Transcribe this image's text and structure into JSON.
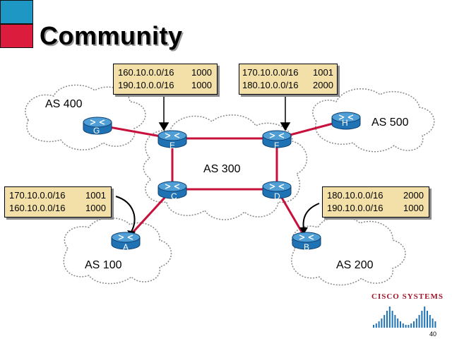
{
  "title": "Community",
  "colors": {
    "blue": "#1f97c4",
    "red": "#dc1c3c",
    "table_bg": "#f3e0a8",
    "router_blue": "#1f73b5",
    "link_red": "#c8103c"
  },
  "tables": {
    "t_e": {
      "rows": [
        {
          "prefix": "160.10.0.0/16",
          "community": "1000"
        },
        {
          "prefix": "190.10.0.0/16",
          "community": "1000"
        }
      ]
    },
    "t_f": {
      "rows": [
        {
          "prefix": "170.10.0.0/16",
          "community": "1001"
        },
        {
          "prefix": "180.10.0.0/16",
          "community": "2000"
        }
      ]
    },
    "t_a": {
      "rows": [
        {
          "prefix": "170.10.0.0/16",
          "community": "1001"
        },
        {
          "prefix": "160.10.0.0/16",
          "community": "1000"
        }
      ]
    },
    "t_b": {
      "rows": [
        {
          "prefix": "180.10.0.0/16",
          "community": "2000"
        },
        {
          "prefix": "190.10.0.0/16",
          "community": "1000"
        }
      ]
    }
  },
  "as_labels": {
    "as400": "AS 400",
    "as500": "AS 500",
    "as300": "AS 300",
    "as100": "AS 100",
    "as200": "AS 200"
  },
  "routers": [
    {
      "id": "G",
      "label": "G"
    },
    {
      "id": "H",
      "label": "H"
    },
    {
      "id": "E",
      "label": "E"
    },
    {
      "id": "F",
      "label": "F"
    },
    {
      "id": "C",
      "label": "C"
    },
    {
      "id": "D",
      "label": "D"
    },
    {
      "id": "A",
      "label": "A"
    },
    {
      "id": "B",
      "label": "B"
    }
  ],
  "logo": {
    "text": "CISCO SYSTEMS",
    "icon": "cisco-bridge-logo"
  },
  "page_number": "40"
}
